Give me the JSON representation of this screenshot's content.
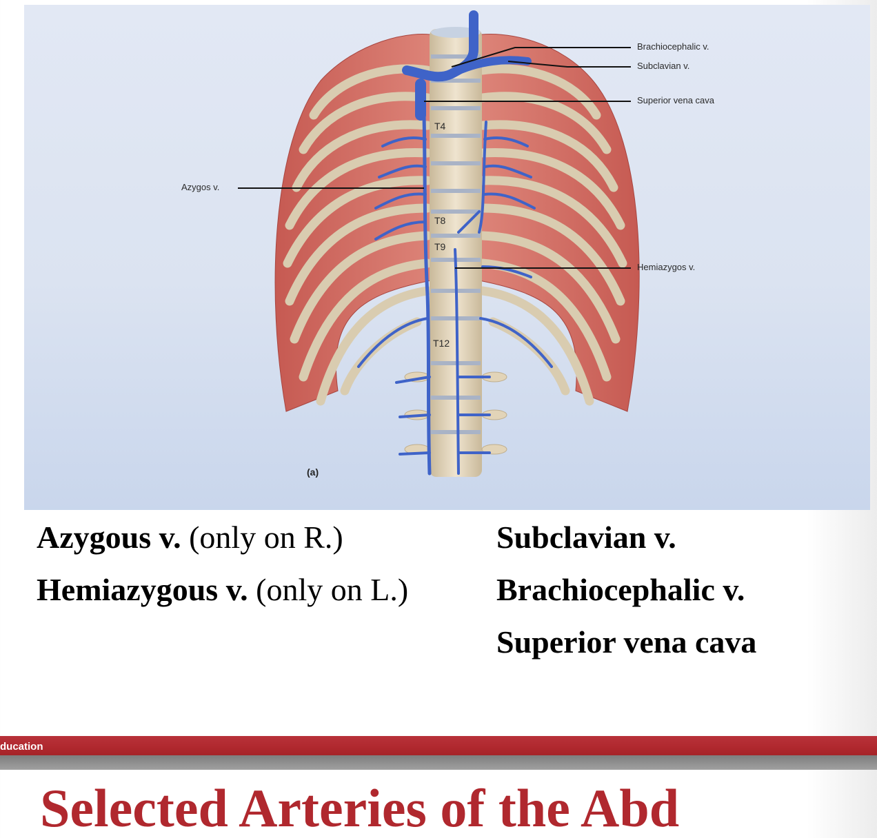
{
  "figure": {
    "panel_letter": "(a)",
    "labels": {
      "brachiocephalic": "Brachiocephalic v.",
      "subclavian": "Subclavian v.",
      "svc": "Superior vena cava",
      "azygos": "Azygos v.",
      "hemiazygos": "Hemiazygos v."
    },
    "vertebra_labels": {
      "t4": "T4",
      "t8": "T8",
      "t9": "T9",
      "t12": "T12"
    },
    "colors": {
      "background": "#dbe3f1",
      "vein": "#3f63c8",
      "muscle": "#d86c62",
      "rib": "#d9ccb0",
      "bone": "#ddd0b8"
    }
  },
  "terms": {
    "left": [
      {
        "bold": "Azygous v.",
        "note": " (only on R.)"
      },
      {
        "bold": "Hemiazygous v.",
        "note": " (only on L.)"
      }
    ],
    "right": [
      {
        "bold": "Subclavian v."
      },
      {
        "bold": "Brachiocephalic v."
      },
      {
        "bold": "Superior vena cava"
      }
    ]
  },
  "footer": {
    "brand_fragment": "ducation",
    "next_slide_title_fragment": "Selected Arteries of the Abd",
    "colors": {
      "red_bar": "#b0282e",
      "gray_bar": "#8e8e8e"
    }
  }
}
